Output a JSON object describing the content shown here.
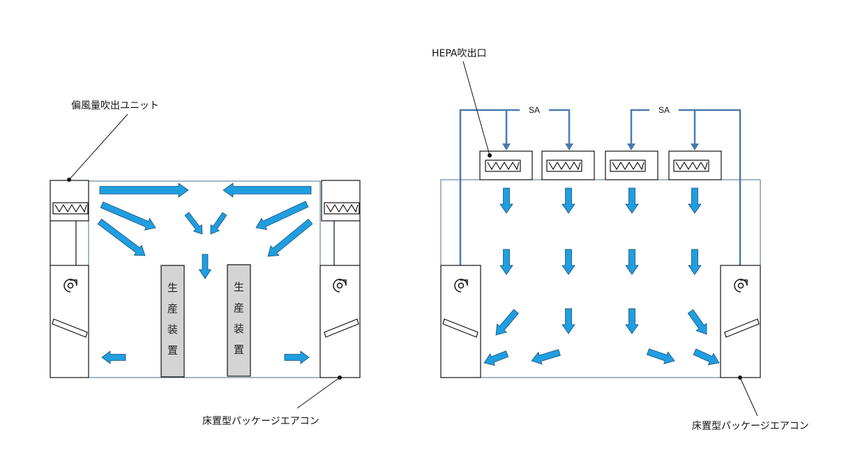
{
  "left_diagram": {
    "callout_unit": "偏風量吹出ユニット",
    "callout_ac": "床置型パッケージエアコン",
    "equipment_1": [
      "生",
      "産",
      "装",
      "置"
    ],
    "equipment_2": [
      "生",
      "産",
      "装",
      "置"
    ]
  },
  "right_diagram": {
    "callout_hepa": "HEPA吹出口",
    "sa_label_1": "SA",
    "sa_label_2": "SA",
    "callout_ac": "床置型パッケージエアコン"
  },
  "colors": {
    "airflow_arrow": "#1f9ee0",
    "arrow_outline": "#1b4f7a",
    "duct": "#4a7ab0",
    "room_outline": "#4a6d8c",
    "equipment_fill": "#d4d4d4"
  },
  "icons": {
    "fan": "fan-icon",
    "filter": "filter-zigzag-icon",
    "damper": "damper-icon"
  }
}
